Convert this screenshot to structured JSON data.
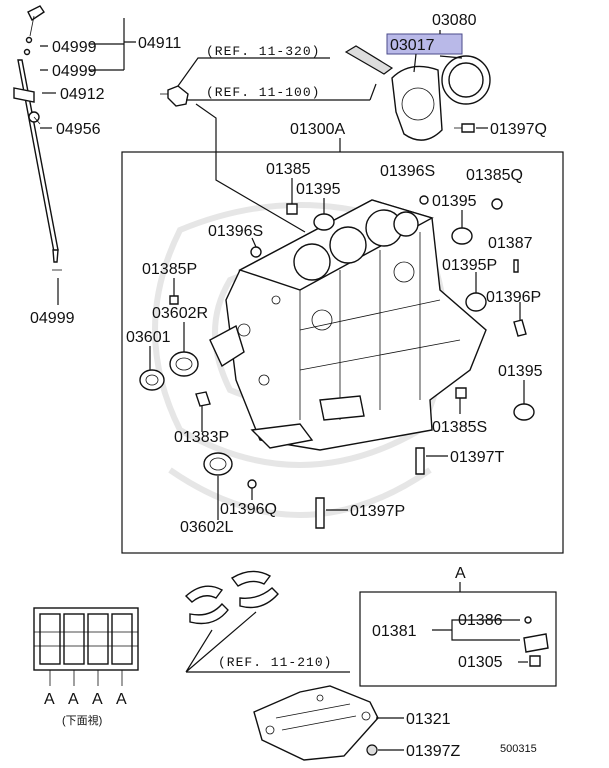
{
  "labels": {
    "p03080": "03080",
    "p03017": "03017",
    "p04911": "04911",
    "p04999a": "04999",
    "p04999b": "04999",
    "p04912": "04912",
    "p04956": "04956",
    "p04999c": "04999",
    "p01397Q": "01397Q",
    "p01300A": "01300A",
    "p01385": "01385",
    "p01395a": "01395",
    "p01396S_top": "01396S",
    "p01385Q": "01385Q",
    "p01395b": "01395",
    "p01396S_left": "01396S",
    "p01387": "01387",
    "p01385P": "01385P",
    "p01395P": "01395P",
    "p01396P": "01396P",
    "p03602R": "03602R",
    "p03601": "03601",
    "p01395c": "01395",
    "p01383P": "01383P",
    "p01385S": "01385S",
    "p01397T": "01397T",
    "p01396Q": "01396Q",
    "p01397P": "01397P",
    "p03602L": "03602L",
    "p01381": "01381",
    "p01386": "01386",
    "p01305": "01305",
    "p01321": "01321",
    "p01397Z": "01397Z"
  },
  "refs": {
    "ref_11_320": "(REF. 11-320)",
    "ref_11_100": "(REF. 11-100)",
    "ref_11_210": "(REF. 11-210)"
  },
  "marks": {
    "detail_A": "A",
    "bottom_A1": "A",
    "bottom_A2": "A",
    "bottom_A3": "A",
    "bottom_A4": "A",
    "bottom_view": "(下面視)"
  },
  "diagram_number": "500315",
  "colors": {
    "highlight_fill": "#b9b9e8",
    "highlight_stroke": "#4a4a8a"
  }
}
